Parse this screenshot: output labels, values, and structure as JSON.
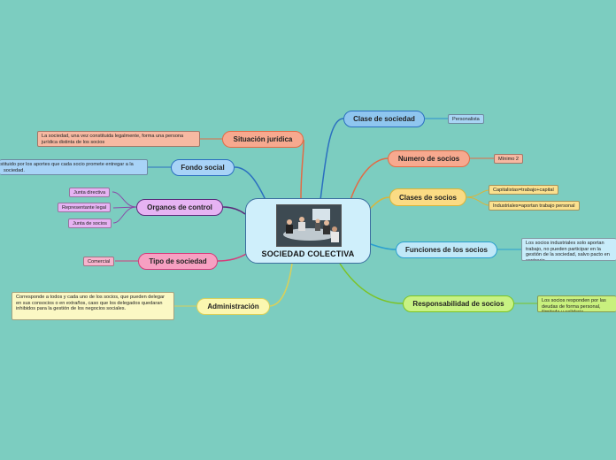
{
  "center": {
    "title": "SOCIEDAD COLECTIVA",
    "image_icon": "meeting-photo-icon"
  },
  "branches": {
    "clase": {
      "label": "Clase de sociedad",
      "color": "#8fc6ef",
      "tags": [
        "Personalista"
      ]
    },
    "numero": {
      "label": "Numero de socios",
      "color": "#f7a98f",
      "tags": [
        "Mínimo 2"
      ]
    },
    "clases": {
      "label": "Clases de socios",
      "color": "#fbdb84",
      "tags": [
        "Capitalistas=trabajo+capital",
        "Industriales=aportan trabajo personal"
      ]
    },
    "funciones": {
      "label": "Funciones de los socios",
      "color": "#c0e8f8",
      "note": "Los socios industriales solo aportan trabajo, no pueden participar en la gestión de la sociedad, salvo pacto en contrario."
    },
    "responsabilidad": {
      "label": "Responsabilidad de socios",
      "color": "#c7f283",
      "note": "Los socios responden por las deudas de forma personal, ilimitada y solidaria"
    },
    "situacion": {
      "label": "Situación jurídica",
      "color": "#f7a98f",
      "note": "La sociedad, una vez constituida legalmente, forma una persona jurídica distinta de los socios"
    },
    "fondo": {
      "label": "Fondo social",
      "color": "#a8d3f7",
      "note": "Constituido por los aportes que cada socio promete entregar a la sociedad."
    },
    "organos": {
      "label": "Organos de control",
      "color": "#e6b3f3",
      "tags": [
        "Junta directiva",
        "Representante legal",
        "Junta de socios"
      ]
    },
    "tipo": {
      "label": "Tipo de sociedad",
      "color": "#f7a0c2",
      "tags": [
        "Comercial"
      ]
    },
    "administracion": {
      "label": "Administración",
      "color": "#fbf7b0",
      "note": "Corresponde a todos y cada uno de los socios, que pueden delegar en sus consocios o en extraños, caso que los delegados quedaran inhibidos para la gestión de los negocios sociales."
    }
  }
}
